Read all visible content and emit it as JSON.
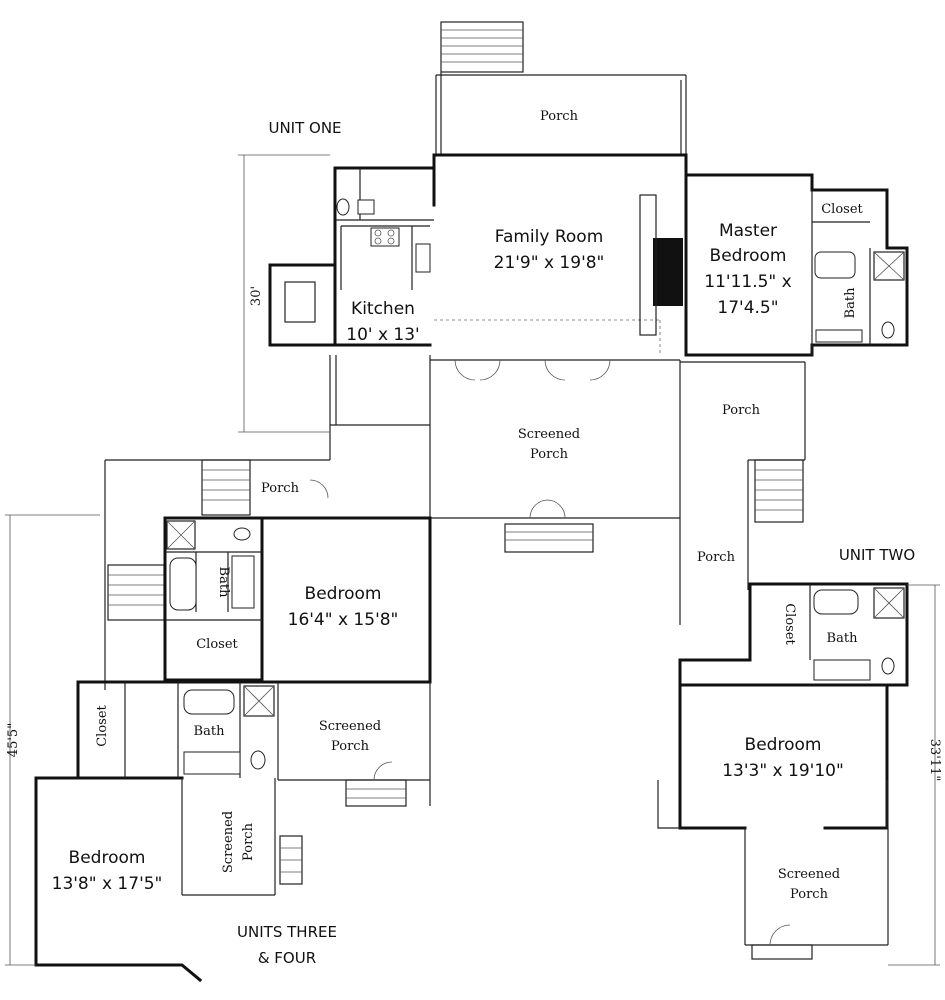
{
  "units": {
    "one": "UNIT ONE",
    "two": "UNIT TWO",
    "three_four_line1": "UNITS THREE",
    "three_four_line2": "& FOUR"
  },
  "rooms": {
    "porch_top": "Porch",
    "family_room": "Family Room",
    "family_room_dim": "21'9\" x 19'8\"",
    "master_bedroom_1": "Master",
    "master_bedroom_2": "Bedroom",
    "master_bedroom_dim1": "11'11.5\" x",
    "master_bedroom_dim2": "17'4.5\"",
    "master_closet": "Closet",
    "master_bath": "Bath",
    "kitchen": "Kitchen",
    "kitchen_dim": "10' x 13'",
    "screened_porch_center_1": "Screened",
    "screened_porch_center_2": "Porch",
    "porch_right": "Porch",
    "porch_left": "Porch",
    "porch_unit_two": "Porch",
    "bedroom_center": "Bedroom",
    "bedroom_center_dim": "16'4\" x 15'8\"",
    "bath_center": "Bath",
    "closet_center": "Closet",
    "screened_porch_mid_1": "Screened",
    "screened_porch_mid_2": "Porch",
    "closet_lower_left": "Closet",
    "bath_lower_left": "Bath",
    "screened_porch_lower_1": "Screened",
    "screened_porch_lower_2": "Porch",
    "bedroom_lower_left": "Bedroom",
    "bedroom_lower_left_dim": "13'8\" x 17'5\"",
    "closet_unit_two": "Closet",
    "bath_unit_two": "Bath",
    "bedroom_unit_two": "Bedroom",
    "bedroom_unit_two_dim": "13'3\" x 19'10\"",
    "screened_porch_unit_two_1": "Screened",
    "screened_porch_unit_two_2": "Porch"
  },
  "dimensions": {
    "unit_one_depth": "30'",
    "units_three_four_depth": "45'5\"",
    "unit_two_depth": "33'11\""
  }
}
